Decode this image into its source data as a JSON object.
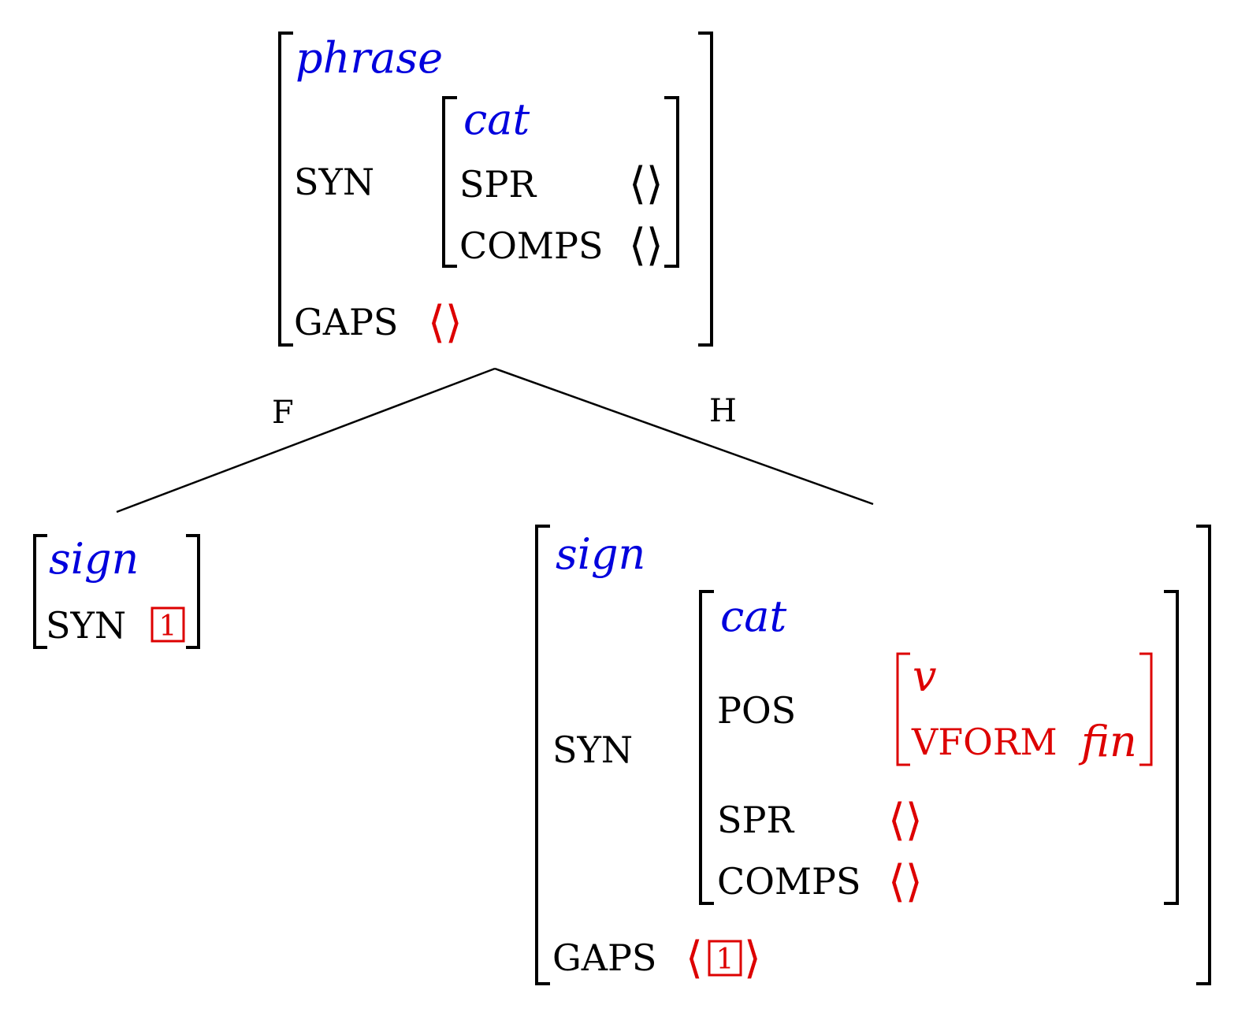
{
  "root": {
    "type": "phrase",
    "syn_label": "SYN",
    "syn_type": "cat",
    "spr_label": "SPR",
    "spr_value": "⟨⟩",
    "comps_label": "COMPS",
    "comps_value": "⟨⟩",
    "gaps_label": "GAPS",
    "gaps_value": "⟨⟩"
  },
  "edges": {
    "left_label": "F",
    "right_label": "H"
  },
  "filler": {
    "type": "sign",
    "syn_label": "SYN",
    "tag": "1"
  },
  "head": {
    "type": "sign",
    "syn_label": "SYN",
    "syn_type": "cat",
    "pos_label": "POS",
    "pos_type": "v",
    "vform_label": "VFORM",
    "vform_value": "fin",
    "spr_label": "SPR",
    "spr_value": "⟨⟩",
    "comps_label": "COMPS",
    "comps_value": "⟨⟩",
    "gaps_label": "GAPS",
    "gaps_open": "⟨",
    "gaps_tag": "1",
    "gaps_close": "⟩"
  },
  "colors": {
    "type": "#0000dd",
    "highlight": "#dd0000",
    "text": "#000000"
  }
}
